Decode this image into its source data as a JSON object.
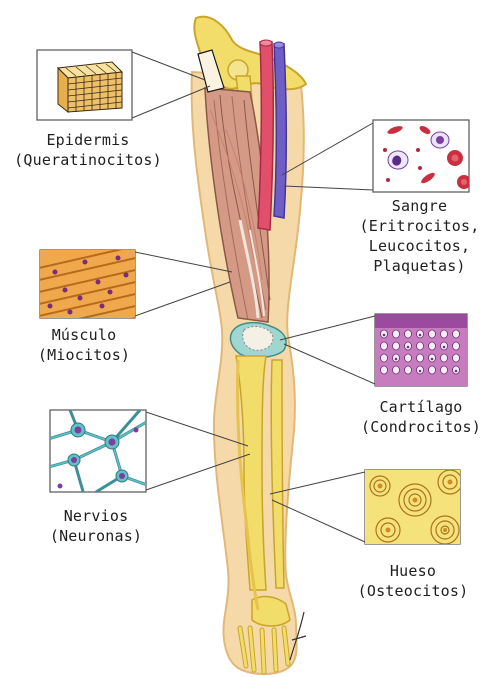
{
  "labels": {
    "epidermis": {
      "line1": "Epidermis",
      "line2": "(Queratinocitos)"
    },
    "sangre": {
      "line1": "Sangre",
      "line2": "(Eritrocitos,",
      "line3": "Leucocitos,",
      "line4": "Plaquetas)"
    },
    "musculo": {
      "line1": "Músculo",
      "line2": "(Miocitos)"
    },
    "cartilago": {
      "line1": "Cartílago",
      "line2": "(Condrocitos)"
    },
    "nervios": {
      "line1": "Nervios",
      "line2": "(Neuronas)"
    },
    "hueso": {
      "line1": "Hueso",
      "line2": "(Osteocitos)"
    }
  },
  "colors": {
    "skin": "#f6d9a8",
    "skin_edge": "#e2b878",
    "bone": "#f2dc6a",
    "bone_edge": "#c9a52c",
    "muscle": "#d49a86",
    "artery": "#e0506a",
    "vein": "#6f5fc4",
    "cartilage": "#9fd6d0",
    "cartilage_tissue": "#b653b0",
    "nerve_tissue": "#62c0c6",
    "neuron_body": "#7b3fa0",
    "blood_cell": "#b3283a"
  }
}
